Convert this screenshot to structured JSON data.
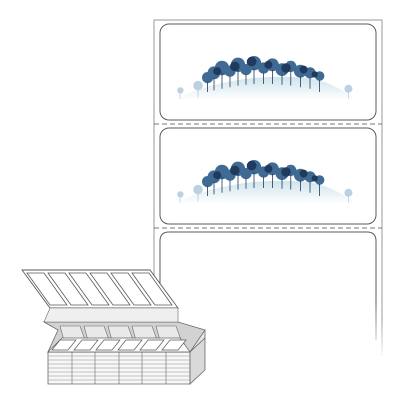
{
  "image": {
    "subject": "fanfold-label-product-illustration",
    "colors": {
      "background": "#ffffff",
      "sheet_edge": "#9a9a9a",
      "label_edge": "#5a5a5a",
      "perforation": "#7a7a7a",
      "tree_dark": "#1f3a5c",
      "tree_mid": "#3f6a94",
      "tree_light": "#a9c6dc",
      "hill": "#cfe4ec",
      "stack_face": "#f4f4f4",
      "stack_shadow": "#cfcfcf"
    },
    "labels": [
      {
        "name": "label-1",
        "artwork": "winter-tree-hill"
      },
      {
        "name": "label-2",
        "artwork": "winter-tree-hill"
      },
      {
        "name": "label-3",
        "artwork": "blank"
      }
    ],
    "stack": {
      "top_fold_columns": 6,
      "bottom_fold_columns": 6
    }
  }
}
